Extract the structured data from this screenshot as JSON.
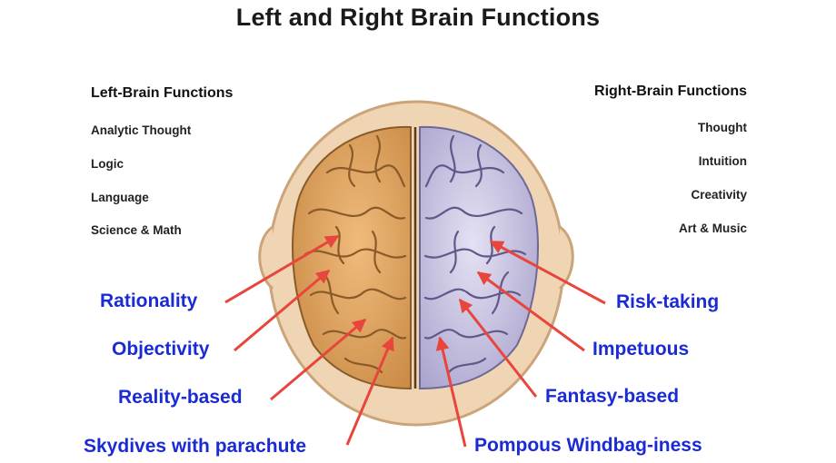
{
  "title": "Left and Right Brain Functions",
  "left": {
    "heading": "Left-Brain Functions",
    "items": [
      "Analytic Thought",
      "Logic",
      "Language",
      "Science & Math"
    ],
    "traits": [
      "Rationality",
      "Objectivity",
      "Reality-based",
      "Skydives with parachute"
    ]
  },
  "right": {
    "heading": "Right-Brain Functions",
    "items": [
      "Thought",
      "Intuition",
      "Creativity",
      "Art & Music"
    ],
    "traits": [
      "Risk-taking",
      "Impetuous",
      "Fantasy-based",
      "Pompous Windbag-iness"
    ]
  },
  "colors": {
    "left_hemisphere": "#e2a565",
    "right_hemisphere": "#cdc9e4",
    "scalp": "#efd5b4",
    "trait_text": "#1a2bd6",
    "arrow": "#e8463c"
  }
}
